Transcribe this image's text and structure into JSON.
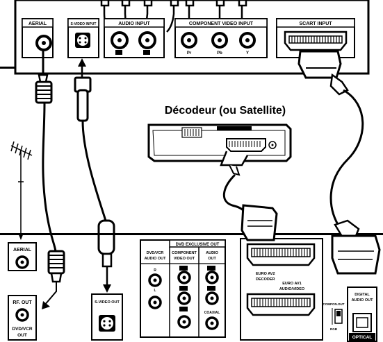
{
  "title": "Décodeur (ou Satellite)",
  "upper_panel": {
    "aerial": "AERIAL",
    "svideo_input": "S-VIDEO INPUT",
    "audio_input": "AUDIO INPUT",
    "component_video_input": "COMPONENT VIDEO INPUT",
    "pr": "Pr",
    "pb": "Pb",
    "y": "Y",
    "scart_input": "SCART INPUT"
  },
  "lower_panel": {
    "aerial": "AERIAL",
    "rf_out": "RF. OUT",
    "dvd_vcr_out_1": "DVD/VCR",
    "dvd_vcr_out_2": "OUT",
    "svideo_out": "S-VIDEO OUT",
    "dvd_exclusive_out": "DVD EXCLUSIVE OUT",
    "dvd_vcr_audio_out_1": "DVD/VCR",
    "dvd_vcr_audio_out_2": "AUDIO OUT",
    "component_video_out_1": "COMPONENT",
    "component_video_out_2": "VIDEO OUT",
    "audio_out_1": "AUDIO",
    "audio_out_2": "OUT",
    "r": "R",
    "l": "L",
    "coaxial": "COAXIAL",
    "euro_av2_1": "EURO AV2",
    "euro_av2_2": "DECODER",
    "euro_av1_1": "EURO AV1",
    "euro_av1_2": "AUDIO/VIDEO",
    "component_out": "COMPON.OUT",
    "rgb": "RGB",
    "digital_audio_out_1": "DIGITAL",
    "digital_audio_out_2": "AUDIO OUT",
    "optical": "OPTICAL"
  }
}
